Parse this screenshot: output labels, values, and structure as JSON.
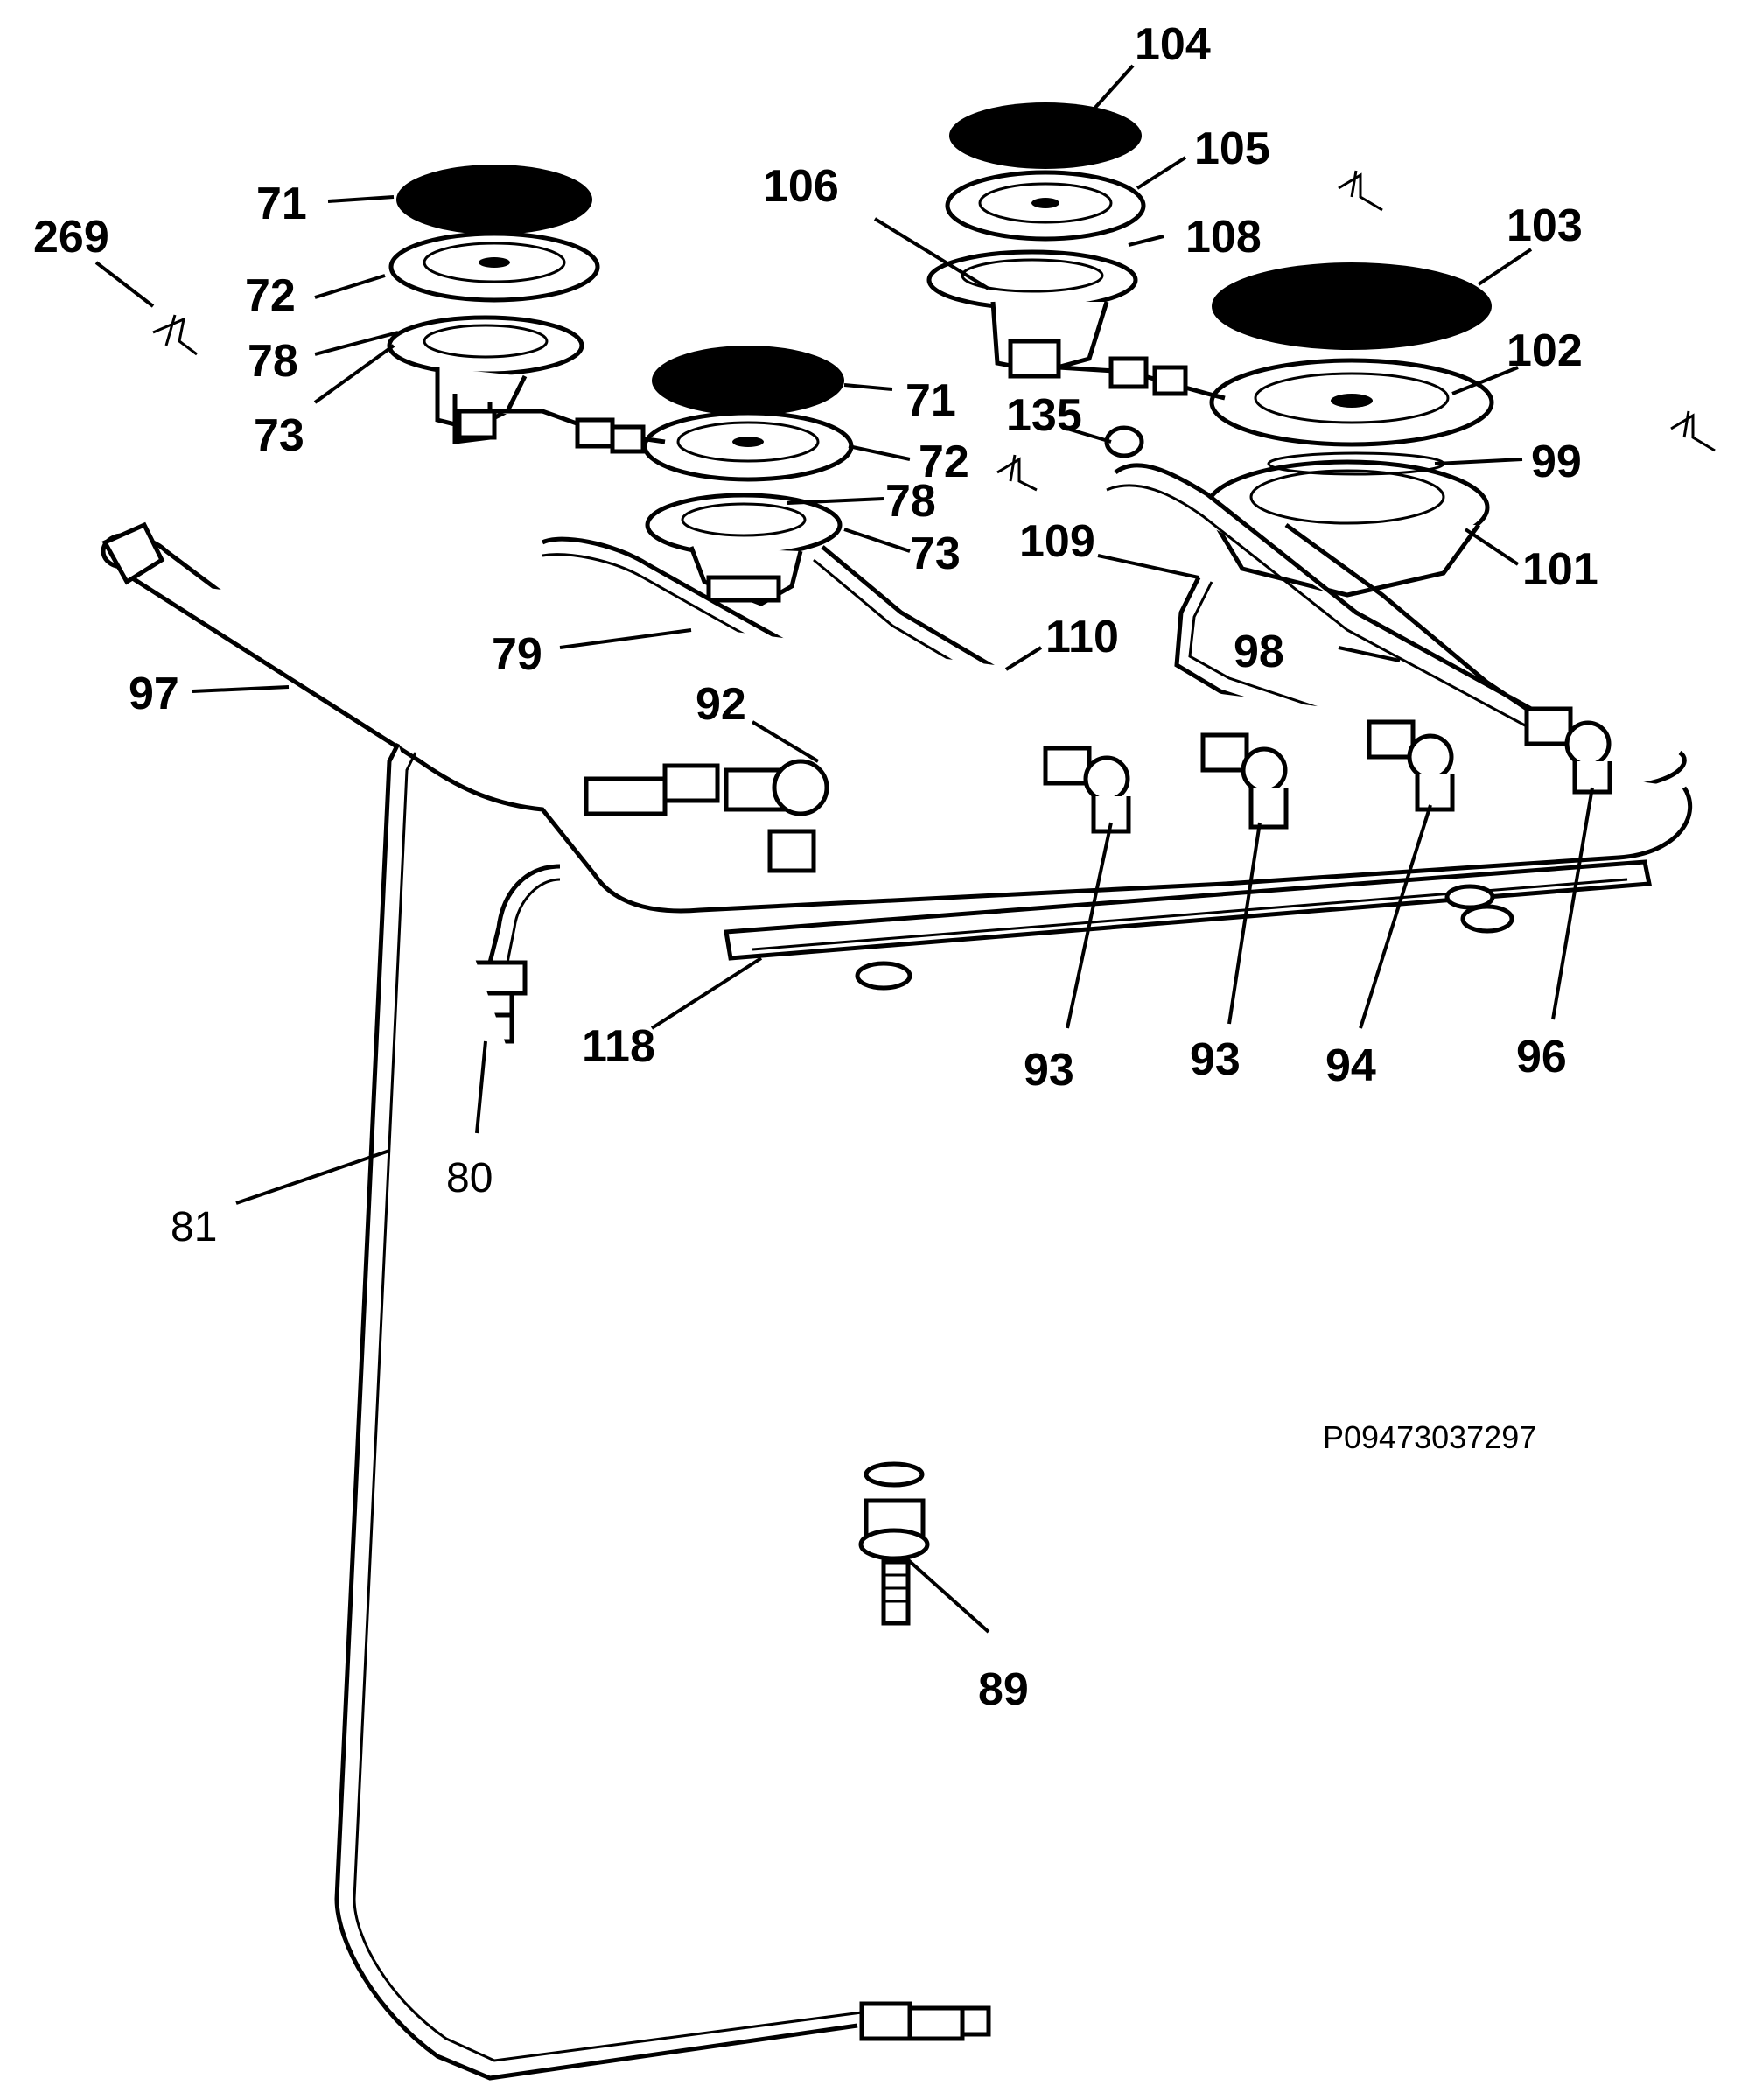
{
  "diagram": {
    "part_code": "P09473037297",
    "labels": {
      "l269": "269",
      "l71a": "71",
      "l72a": "72",
      "l78a": "78",
      "l73a": "73",
      "l71b": "71",
      "l72b": "72",
      "l78b": "78",
      "l73b": "73",
      "l104": "104",
      "l105": "105",
      "l106": "106",
      "l108": "108",
      "l103": "103",
      "l102": "102",
      "l135": "135",
      "l99": "99",
      "l101": "101",
      "l109": "109",
      "l110": "110",
      "l98": "98",
      "l79": "79",
      "l97": "97",
      "l92": "92",
      "l118": "118",
      "l93a": "93",
      "l93b": "93",
      "l94": "94",
      "l96": "96",
      "l80": "80",
      "l81": "81",
      "l89": "89"
    }
  }
}
